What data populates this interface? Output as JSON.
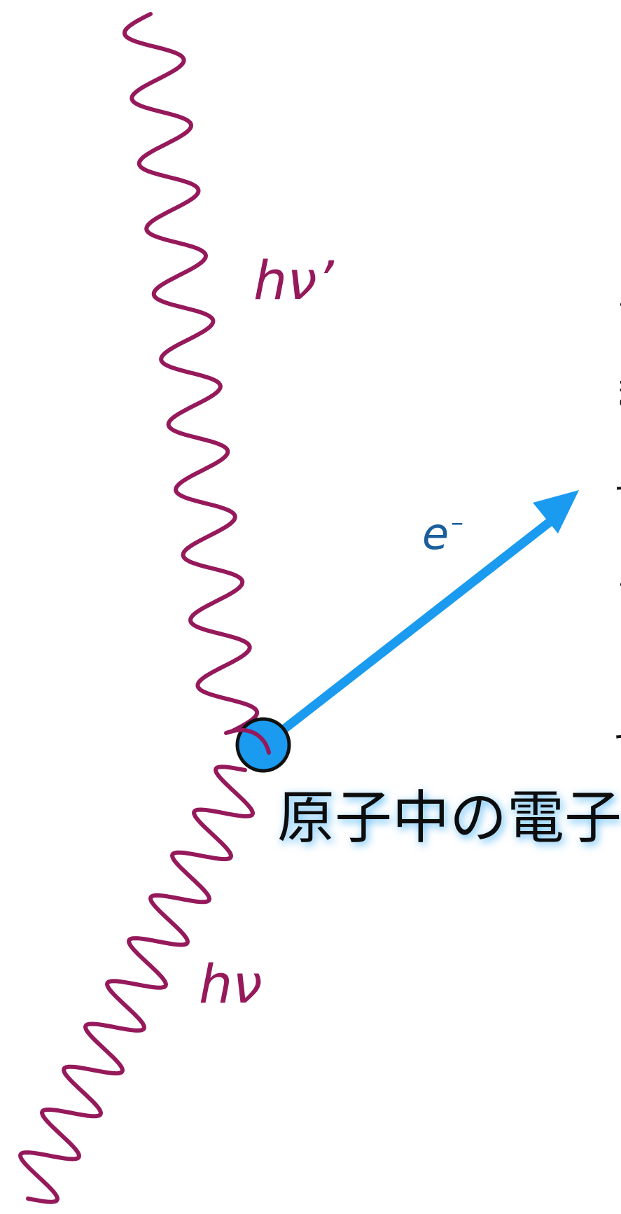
{
  "labels": {
    "incident_photon": "hν",
    "scattered_photon": "hν’",
    "electron": "e",
    "electron_charge": "–",
    "atomic_electron": "原子中の電子"
  },
  "edge_glyphs": [
    "ぐ",
    "ま",
    "す",
    "ぐ",
    "で"
  ],
  "colors": {
    "photon": "#95195b",
    "electron_arrow": "#1a9bf0",
    "electron_label": "#1a5f9c",
    "electron_dot": "#1a9bf0",
    "outline": "#111111",
    "text": "#111111",
    "glow": "#59b8f5"
  }
}
